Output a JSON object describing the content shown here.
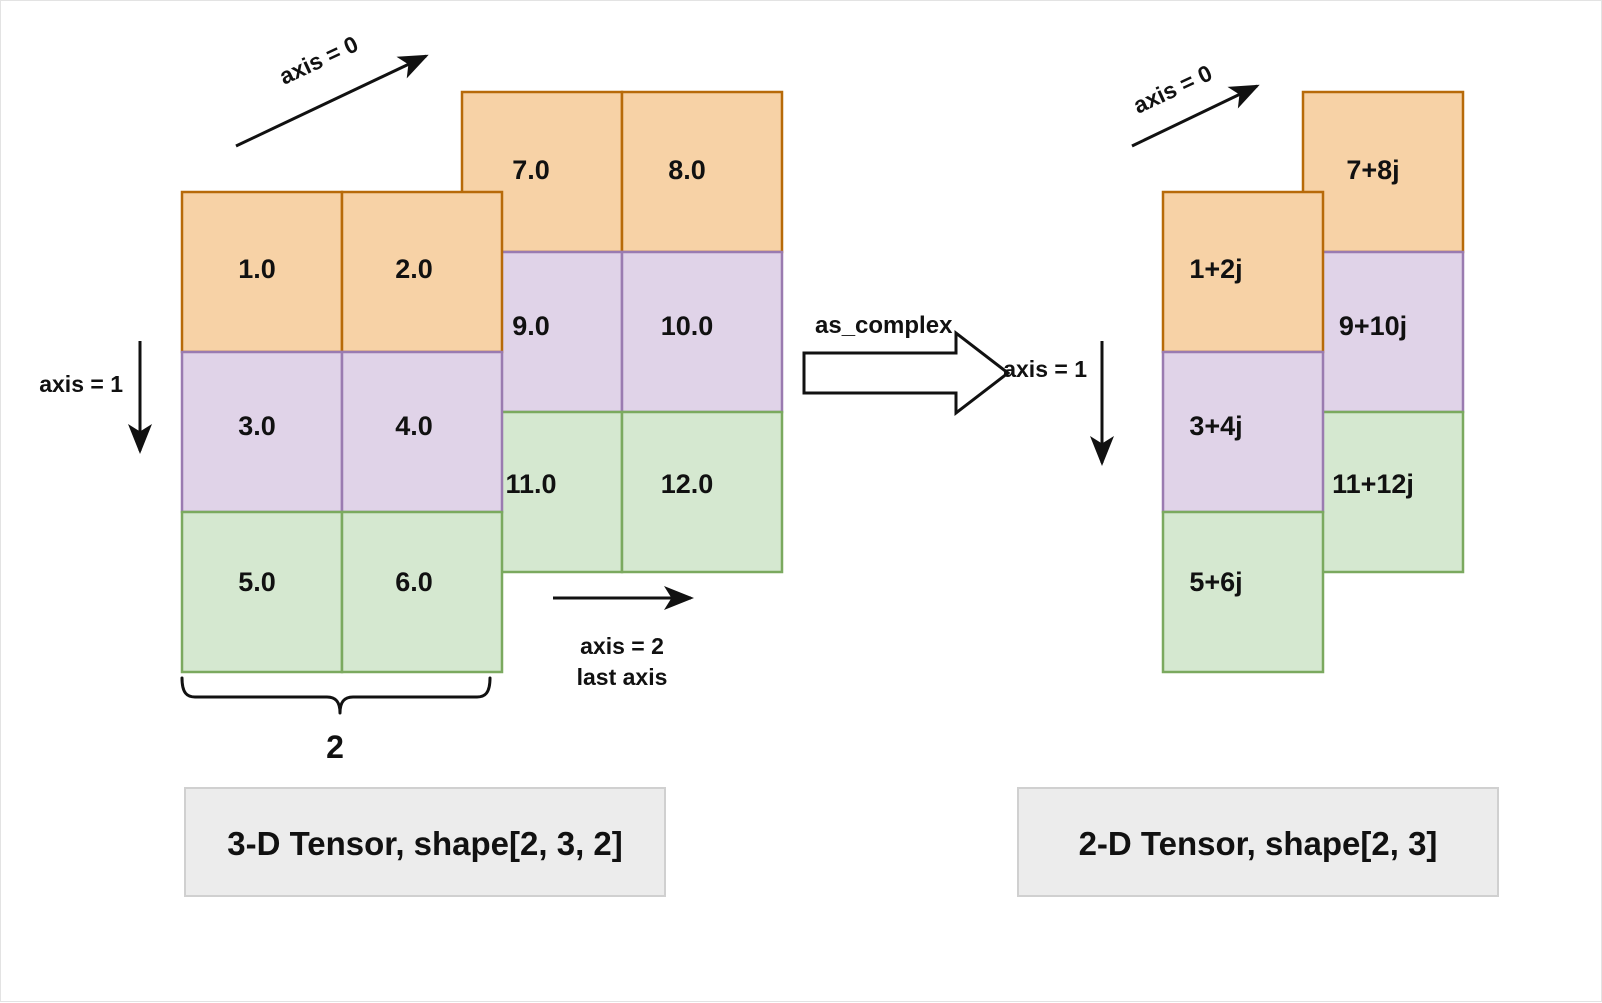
{
  "figure": {
    "title": "as_complex tensor reshape diagram",
    "background": "#ffffff"
  },
  "palette": {
    "orange_fill": "#f7d2a6",
    "orange_stroke": "#b76a09",
    "purple_fill": "#e0d3e8",
    "purple_stroke": "#9a7bb0",
    "green_fill": "#d5e8d0",
    "green_stroke": "#7ba95f",
    "caption_fill": "#ececec",
    "caption_stroke": "#d0d0d0",
    "ink": "#111111"
  },
  "left_tensor": {
    "caption": "3-D Tensor, shape[2, 3, 2]",
    "axis0_label": "axis = 0",
    "axis1_label": "axis = 1",
    "axis2_label_line1": "axis = 2",
    "axis2_label_line2": "last axis",
    "brace_dim_label": "2",
    "front_slice": {
      "name": "slice-0",
      "rows": [
        {
          "color": "orange",
          "cells": [
            "1.0",
            "2.0"
          ]
        },
        {
          "color": "purple",
          "cells": [
            "3.0",
            "4.0"
          ]
        },
        {
          "color": "green",
          "cells": [
            "5.0",
            "6.0"
          ]
        }
      ]
    },
    "back_slice": {
      "name": "slice-1",
      "rows": [
        {
          "color": "orange",
          "cells": [
            "7.0",
            "8.0"
          ]
        },
        {
          "color": "purple",
          "cells": [
            "9.0",
            "10.0"
          ]
        },
        {
          "color": "green",
          "cells": [
            "11.0",
            "12.0"
          ]
        }
      ]
    }
  },
  "operation": {
    "label": "as_complex"
  },
  "right_tensor": {
    "caption": "2-D Tensor, shape[2, 3]",
    "axis0_label": "axis = 0",
    "axis1_label": "axis = 1",
    "front_slice": {
      "name": "slice-0",
      "rows": [
        {
          "color": "orange",
          "cells": [
            "1+2j"
          ]
        },
        {
          "color": "purple",
          "cells": [
            "3+4j"
          ]
        },
        {
          "color": "green",
          "cells": [
            "5+6j"
          ]
        }
      ]
    },
    "back_slice": {
      "name": "slice-1",
      "rows": [
        {
          "color": "orange",
          "cells": [
            "7+8j"
          ]
        },
        {
          "color": "purple",
          "cells": [
            "9+10j"
          ]
        },
        {
          "color": "green",
          "cells": [
            "11+12j"
          ]
        }
      ]
    }
  },
  "chart_data": {
    "type": "table",
    "title": "as_complex: 3-D real tensor to 2-D complex tensor",
    "input": {
      "shape": [
        2,
        3,
        2
      ],
      "values": [
        [
          [
            1.0,
            2.0
          ],
          [
            3.0,
            4.0
          ],
          [
            5.0,
            6.0
          ]
        ],
        [
          [
            7.0,
            8.0
          ],
          [
            9.0,
            10.0
          ],
          [
            11.0,
            12.0
          ]
        ]
      ]
    },
    "output": {
      "shape": [
        2,
        3
      ],
      "values": [
        [
          "1+2j",
          "3+4j",
          "5+6j"
        ],
        [
          "7+8j",
          "9+10j",
          "11+12j"
        ]
      ]
    }
  }
}
